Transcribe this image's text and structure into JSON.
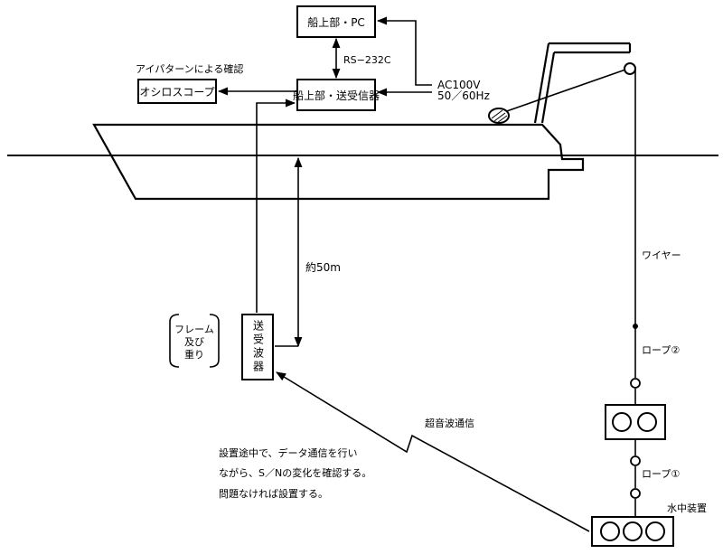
{
  "boxes": {
    "ship_pc": "船上部・PC",
    "ship_transceiver": "船上部・送受信器",
    "oscilloscope": "オシロスコープ",
    "transducer": "送受波器"
  },
  "labels": {
    "eye_pattern": "アイパターンによる確認",
    "rs232c": "RS−232C",
    "ac_line1": "AC100V",
    "ac_line2": "50／60Hz",
    "depth": "約50m",
    "wire": "ワイヤー",
    "rope2": "ロープ②",
    "rope1": "ロープ①",
    "ultrasonic": "超音波通信",
    "underwater": "水中装置",
    "frame_weight": [
      "フレーム",
      "及び",
      "重り"
    ]
  },
  "note": [
    "設置途中で、データ通信を行い",
    "ながら、S／Nの変化を確認する。",
    "問題なければ設置する。"
  ]
}
